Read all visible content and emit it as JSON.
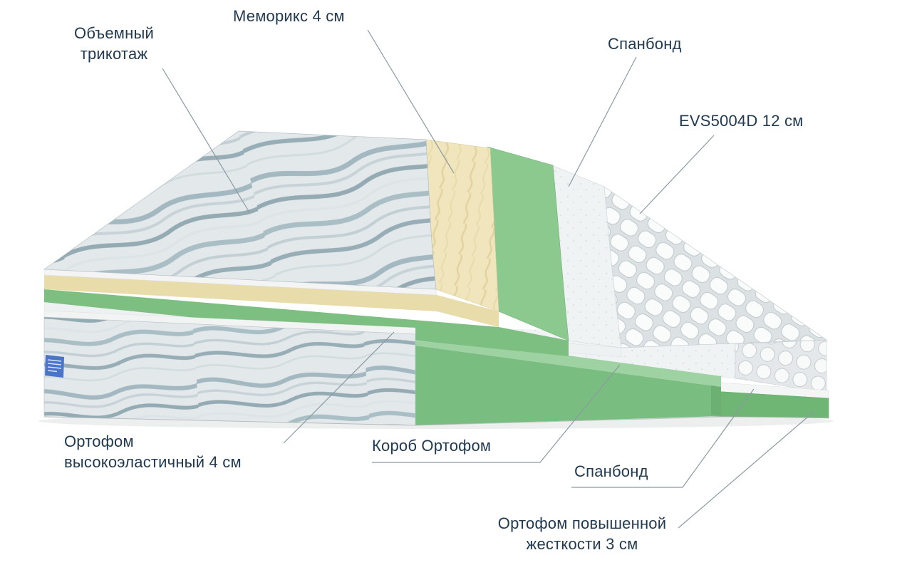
{
  "page": {
    "background": "#ffffff"
  },
  "diagram": {
    "type": "mattress-layer-cutaway",
    "labels": {
      "knit": "Объемный\nтрикотаж",
      "memorix": "Меморикс 4 см",
      "spunbond_top": "Спанбонд",
      "evs": "EVS5004D 12 см",
      "ortofoam_elastic": "Ортофом\nвысокоэластичный 4 см",
      "box": "Короб Ортофом",
      "spunbond_bottom": "Спанбонд",
      "ortofoam_rigid": "Ортофом повышенной\nжесткости 3 см"
    },
    "colors": {
      "text": "#213a50",
      "leader_line": "#8b9aa2",
      "knit_wave": "#a3b8c0",
      "memorix_foam": "#f0e5bc",
      "green_foam": "#8cc98f",
      "box_green": "#7abd80",
      "rigid_green": "#6fb573",
      "spring_white": "#fafbfb",
      "tag_blue": "#4a74c8"
    }
  }
}
